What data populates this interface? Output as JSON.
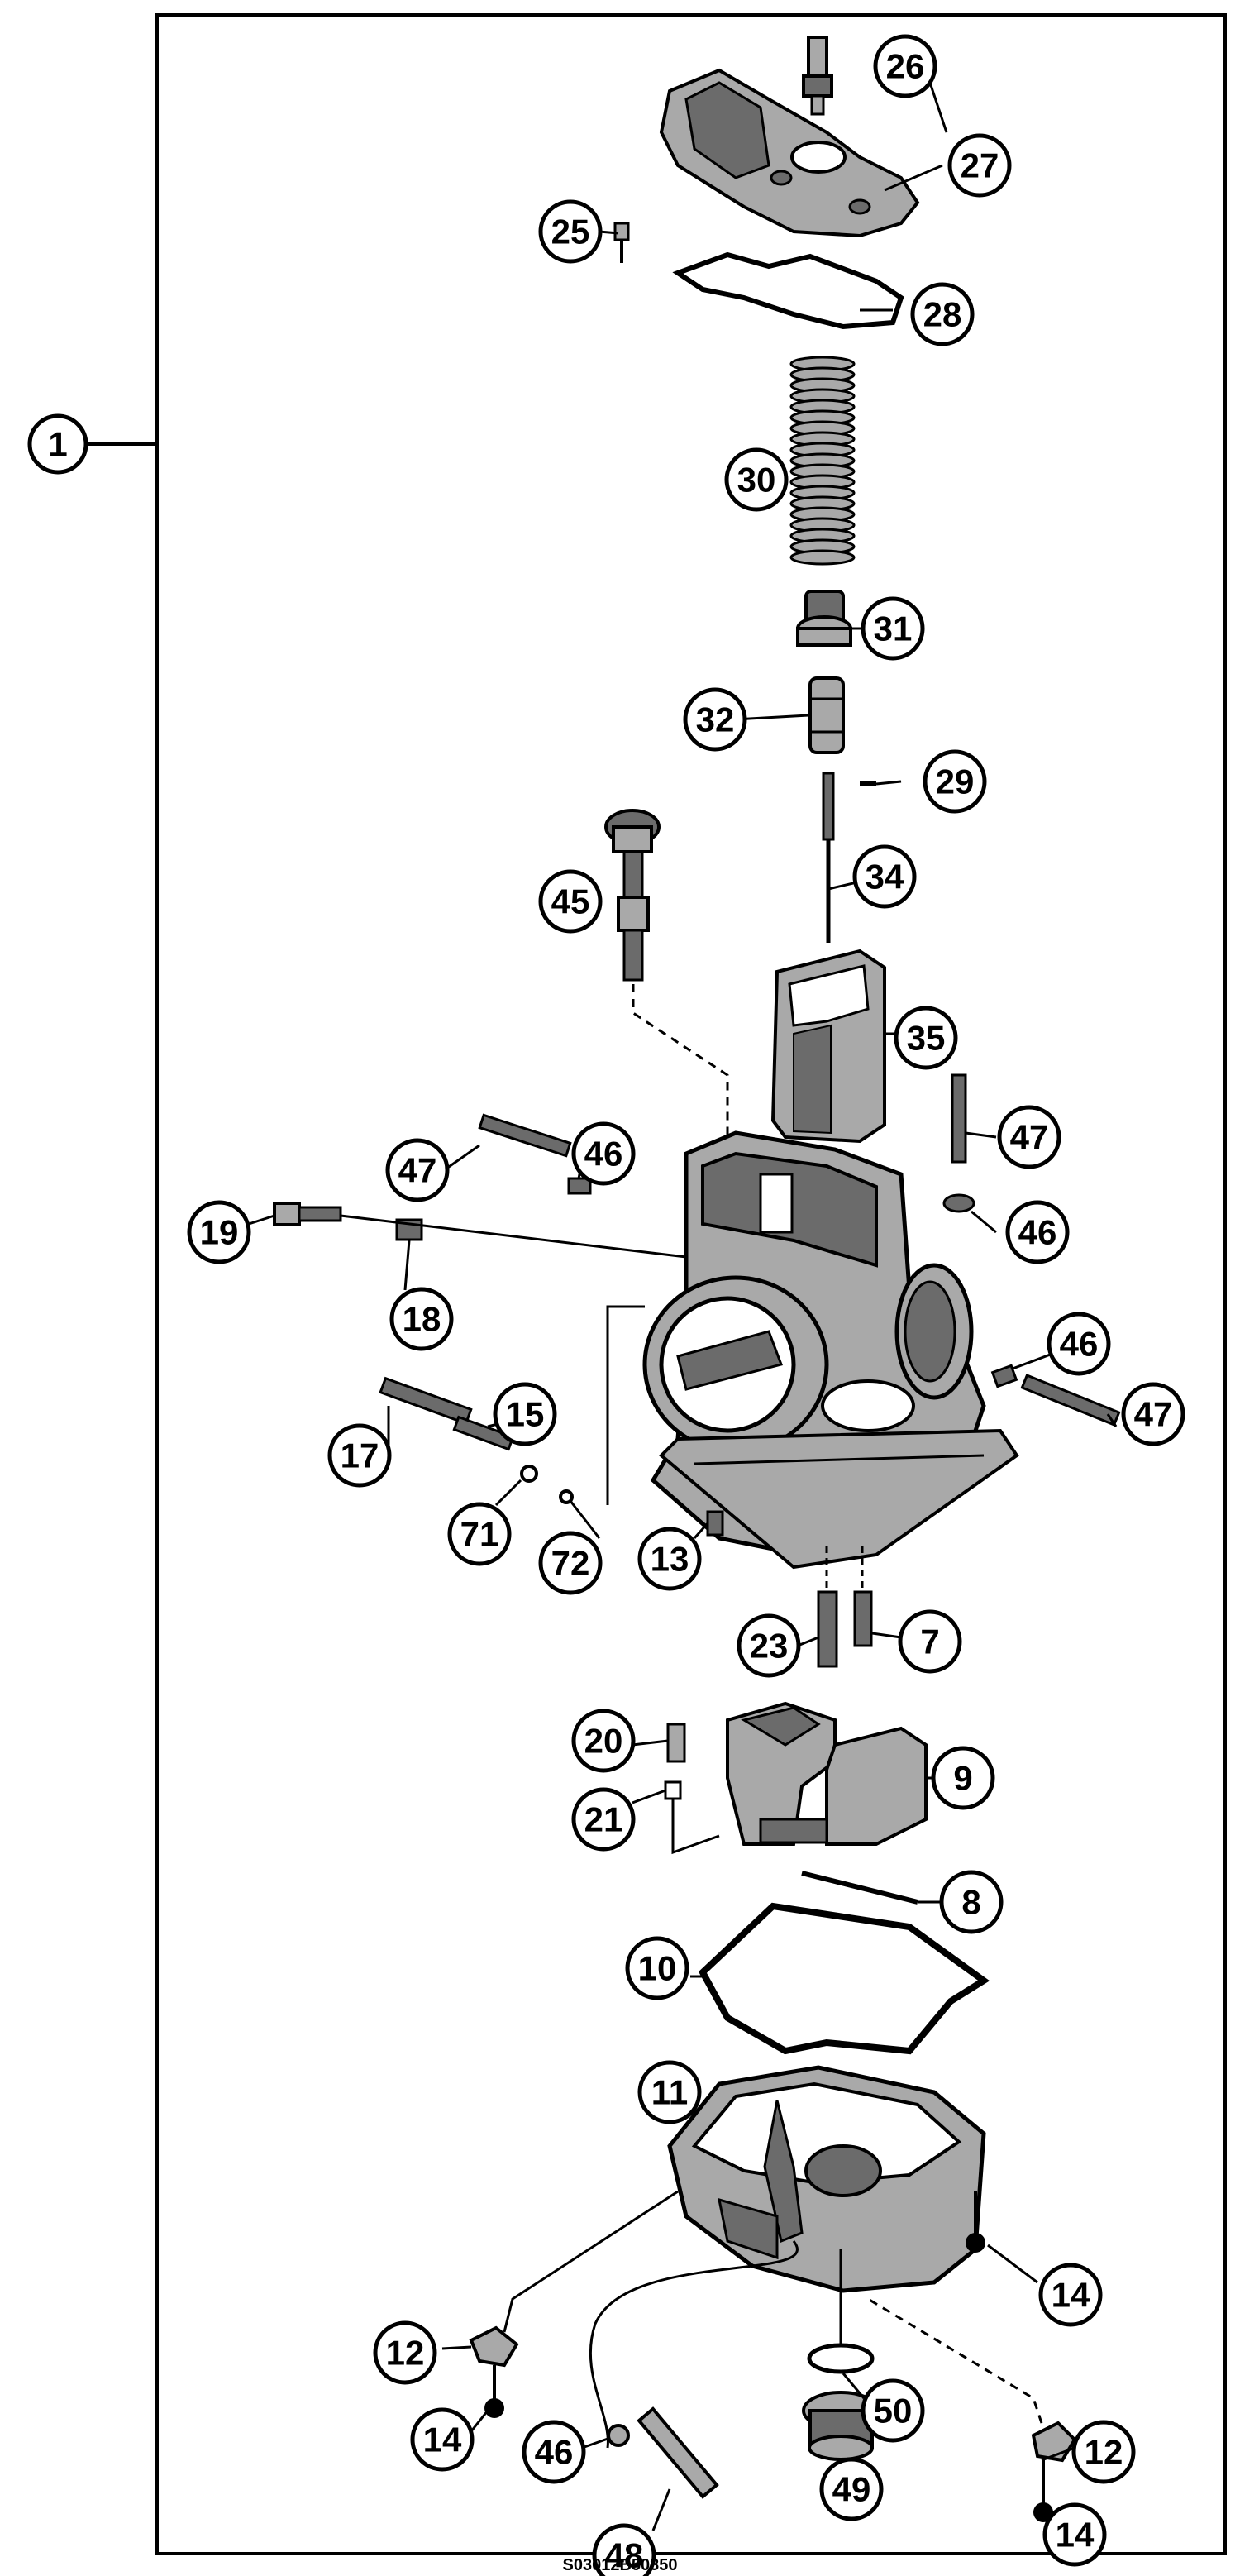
{
  "diagram": {
    "assembly_callout": "1",
    "footer_text": "S03012B50350",
    "callouts": [
      "26",
      "27",
      "25",
      "28",
      "30",
      "31",
      "32",
      "29",
      "34",
      "45",
      "35",
      "47",
      "46",
      "47",
      "19",
      "46",
      "18",
      "46",
      "17",
      "15",
      "47",
      "71",
      "72",
      "13",
      "23",
      "7",
      "20",
      "9",
      "21",
      "8",
      "10",
      "11",
      "14",
      "12",
      "50",
      "12",
      "14",
      "46",
      "49",
      "14",
      "48"
    ],
    "colors": {
      "line": "#000000",
      "part_fill": "#a9a9a9",
      "part_dark": "#6b6b6b",
      "background": "#ffffff"
    }
  }
}
